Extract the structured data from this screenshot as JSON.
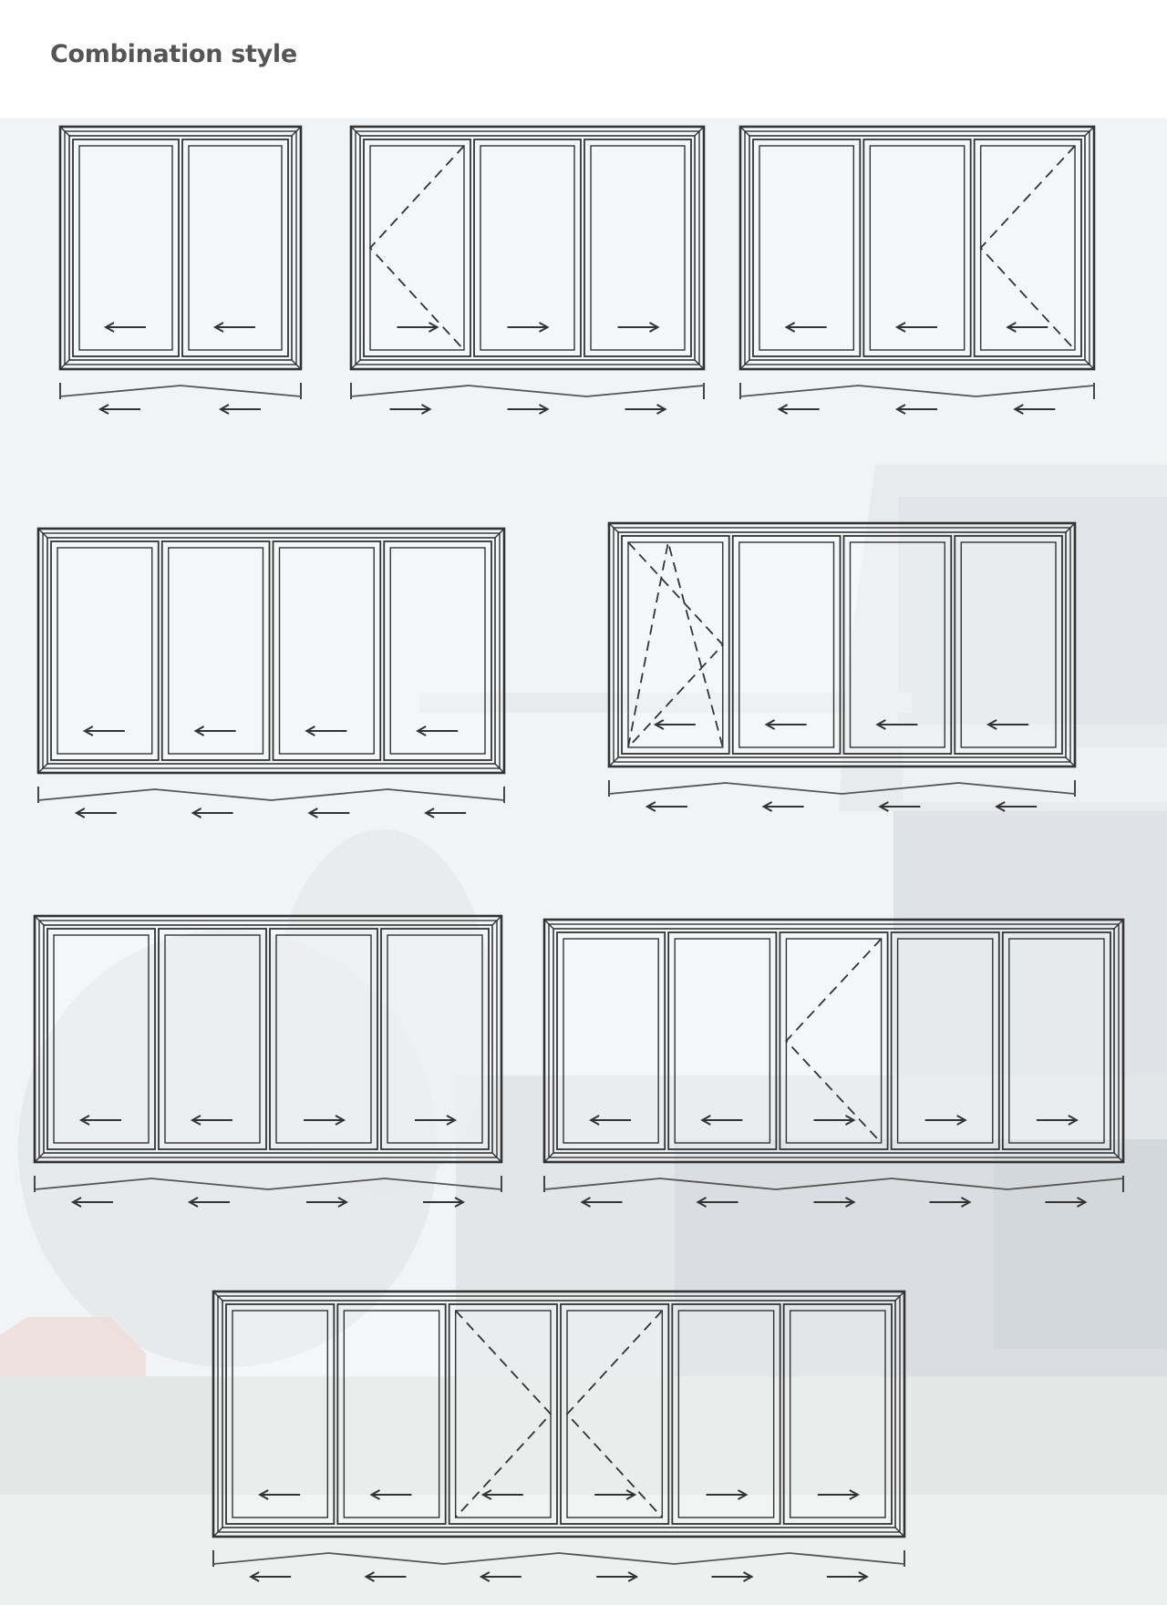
{
  "page": {
    "title": "Combination style"
  },
  "diagram": {
    "frame_color": "#333333",
    "background_tint": "#eef1f3",
    "configurations": [
      {
        "panels": 2,
        "leaves": [
          {
            "dir": "left",
            "hinge": null
          },
          {
            "dir": "left",
            "hinge": null
          }
        ]
      },
      {
        "panels": 3,
        "leaves": [
          {
            "dir": "right",
            "hinge": "left"
          },
          {
            "dir": "right",
            "hinge": null
          },
          {
            "dir": "right",
            "hinge": null
          }
        ]
      },
      {
        "panels": 3,
        "leaves": [
          {
            "dir": "left",
            "hinge": null
          },
          {
            "dir": "left",
            "hinge": null
          },
          {
            "dir": "left",
            "hinge": "left"
          }
        ]
      },
      {
        "panels": 4,
        "leaves": [
          {
            "dir": "left",
            "hinge": null
          },
          {
            "dir": "left",
            "hinge": null
          },
          {
            "dir": "left",
            "hinge": null
          },
          {
            "dir": "left",
            "hinge": null
          }
        ]
      },
      {
        "panels": 4,
        "leaves": [
          {
            "dir": "left",
            "hinge": "tilt-turn"
          },
          {
            "dir": "left",
            "hinge": null
          },
          {
            "dir": "left",
            "hinge": null
          },
          {
            "dir": "left",
            "hinge": null
          }
        ]
      },
      {
        "panels": 4,
        "leaves": [
          {
            "dir": "left",
            "hinge": null
          },
          {
            "dir": "left",
            "hinge": null
          },
          {
            "dir": "right",
            "hinge": null
          },
          {
            "dir": "right",
            "hinge": null
          }
        ]
      },
      {
        "panels": 5,
        "leaves": [
          {
            "dir": "left",
            "hinge": null
          },
          {
            "dir": "left",
            "hinge": null
          },
          {
            "dir": "right",
            "hinge": "left"
          },
          {
            "dir": "right",
            "hinge": null
          },
          {
            "dir": "right",
            "hinge": null
          }
        ]
      },
      {
        "panels": 6,
        "leaves": [
          {
            "dir": "left",
            "hinge": null
          },
          {
            "dir": "left",
            "hinge": null
          },
          {
            "dir": "left",
            "hinge": "right"
          },
          {
            "dir": "right",
            "hinge": "left"
          },
          {
            "dir": "right",
            "hinge": null
          },
          {
            "dir": "right",
            "hinge": null
          }
        ]
      }
    ]
  }
}
